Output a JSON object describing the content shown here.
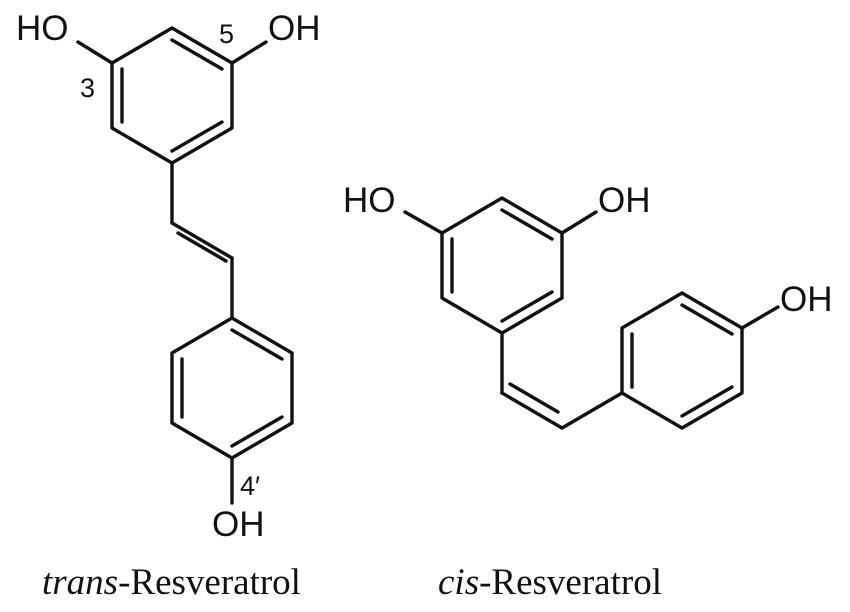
{
  "molecules": [
    {
      "id": "trans",
      "atoms": {
        "oh_3": "HO",
        "oh_5": "OH",
        "oh_4p": "OH"
      },
      "locants": {
        "c3": "3",
        "c5": "5",
        "c4p": "4′"
      },
      "caption": {
        "prefix": "trans",
        "name": "-Resveratrol"
      }
    },
    {
      "id": "cis",
      "atoms": {
        "oh_3": "HO",
        "oh_5": "OH",
        "oh_4p": "OH"
      },
      "caption": {
        "prefix": "cis",
        "name": "-Resveratrol"
      }
    }
  ]
}
